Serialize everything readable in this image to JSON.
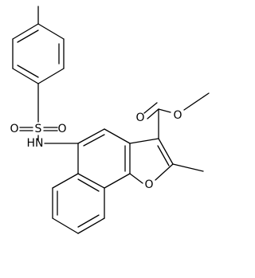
{
  "atom_labels": {
    "sulfonyl_o_left": "O",
    "sulfur": "S",
    "sulfonyl_o_right": "O",
    "amine_nh": "HN",
    "furan_o": "O",
    "carbonyl_o": "O",
    "ester_o": "O"
  },
  "colors": {
    "bond": "#000000",
    "label": "#000000",
    "background": "#ffffff"
  }
}
